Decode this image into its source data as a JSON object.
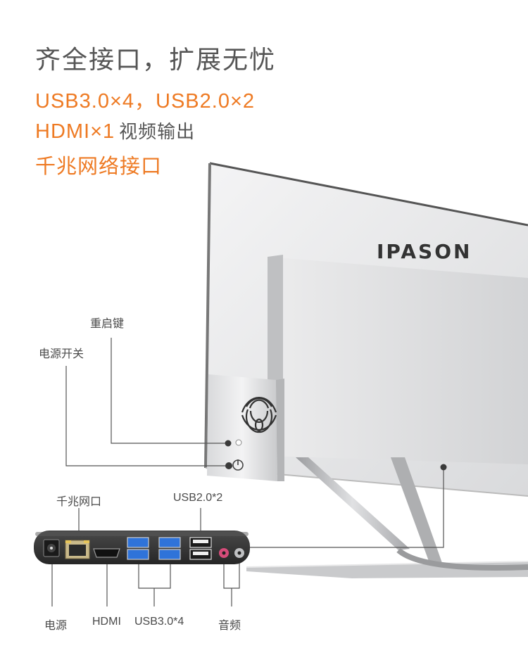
{
  "headline": "齐全接口，扩展无忧",
  "features": [
    {
      "highlight": "USB3.0×4，USB2.0×2",
      "rest": ""
    },
    {
      "highlight": "HDMI×1",
      "rest": "视频输出"
    },
    {
      "highlight": "千兆网络接口",
      "rest": ""
    }
  ],
  "brand": "IPASON",
  "callouts": {
    "reset_key": "重启键",
    "power_switch": "电源开关",
    "lan_port": "千兆网口",
    "usb2": "USB2.0*2",
    "power": "电源",
    "hdmi": "HDMI",
    "usb3": "USB3.0*4",
    "audio": "音频"
  },
  "colors": {
    "accent": "#ee7a23",
    "text": "#555555",
    "usb3_blue": "#2f73d9",
    "audio_pink": "#d64c7a",
    "panel_dark": "#2e2e2e"
  }
}
